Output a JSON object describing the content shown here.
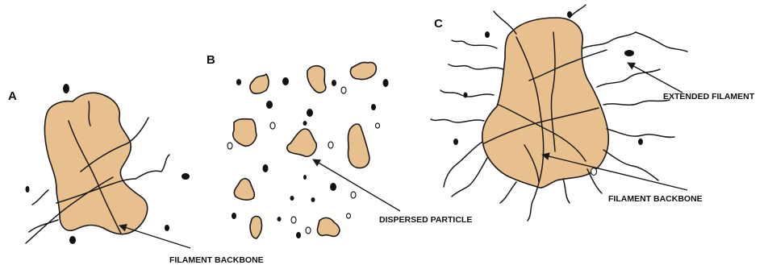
{
  "colors": {
    "floc_fill": "#e8c08e",
    "outline": "#1a1a1a",
    "background": "#ffffff"
  },
  "panels": [
    {
      "letter": "A",
      "label": "FILAMENT BACKBONE"
    },
    {
      "letter": "B",
      "label": "DISPERSED PARTICLE"
    },
    {
      "letter": "C",
      "label_top": "EXTENDED FILAMENT",
      "label_bottom": "FILAMENT BACKBONE"
    }
  ]
}
